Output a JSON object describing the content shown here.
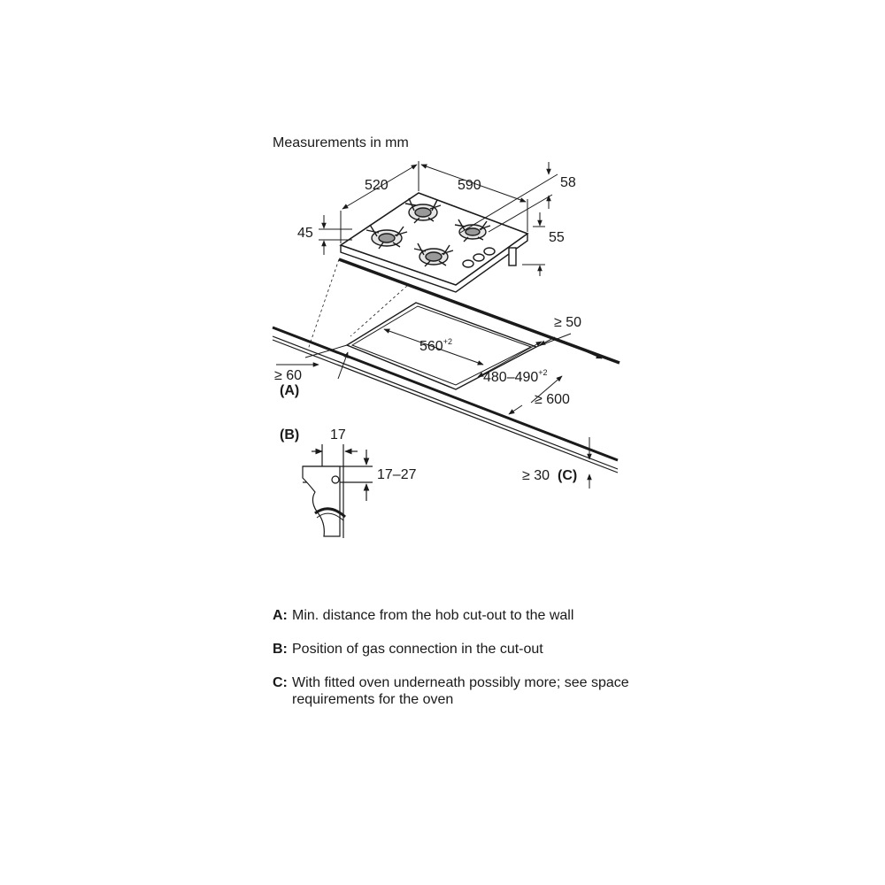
{
  "diagram": {
    "title": "Measurements in mm",
    "hob_dimensions": {
      "depth": "520",
      "width": "590",
      "height_right": "58",
      "height_left": "45",
      "height_under": "55"
    },
    "cutout": {
      "width": "560",
      "width_tol": "+2",
      "depth": "480–490",
      "depth_tol": "+2",
      "rear_clearance": "≥ 50",
      "wall_clearance": "≥ 60",
      "wall_key": "(A)",
      "worktop_depth": "≥ 600",
      "worktop_thickness": "≥ 30",
      "worktop_key": "(C)"
    },
    "gas_detail": {
      "key": "(B)",
      "offset": "17",
      "height": "17–27"
    }
  },
  "legend": [
    {
      "key": "A:",
      "text": "Min. distance from the hob cut-out to the wall"
    },
    {
      "key": "B:",
      "text": "Position of gas connection in the cut-out"
    },
    {
      "key": "C:",
      "text": "With fitted oven underneath possibly more; see space requirements for the oven"
    }
  ]
}
